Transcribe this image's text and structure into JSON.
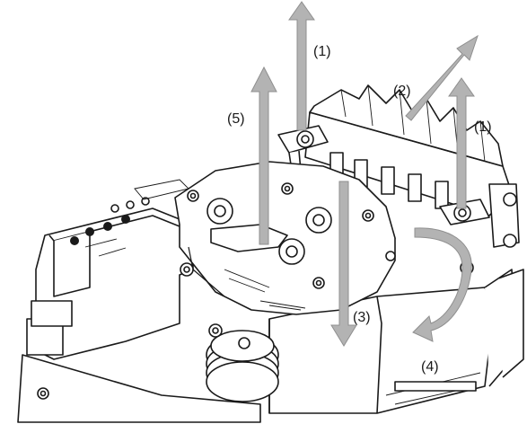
{
  "diagram": {
    "arrows": [
      {
        "id": "1a",
        "label": "(1)",
        "direction": "up"
      },
      {
        "id": "2",
        "label": "(2)",
        "direction": "up-right"
      },
      {
        "id": "1b",
        "label": "(1)",
        "direction": "up"
      },
      {
        "id": "5",
        "label": "(5)",
        "direction": "up"
      },
      {
        "id": "3",
        "label": "(3)",
        "direction": "down"
      },
      {
        "id": "4",
        "label": "(4)",
        "direction": "curved-rotate"
      }
    ],
    "colors": {
      "arrow_fill": "#b3b3b3",
      "line": "#1a1a1a",
      "background": "#ffffff"
    }
  }
}
